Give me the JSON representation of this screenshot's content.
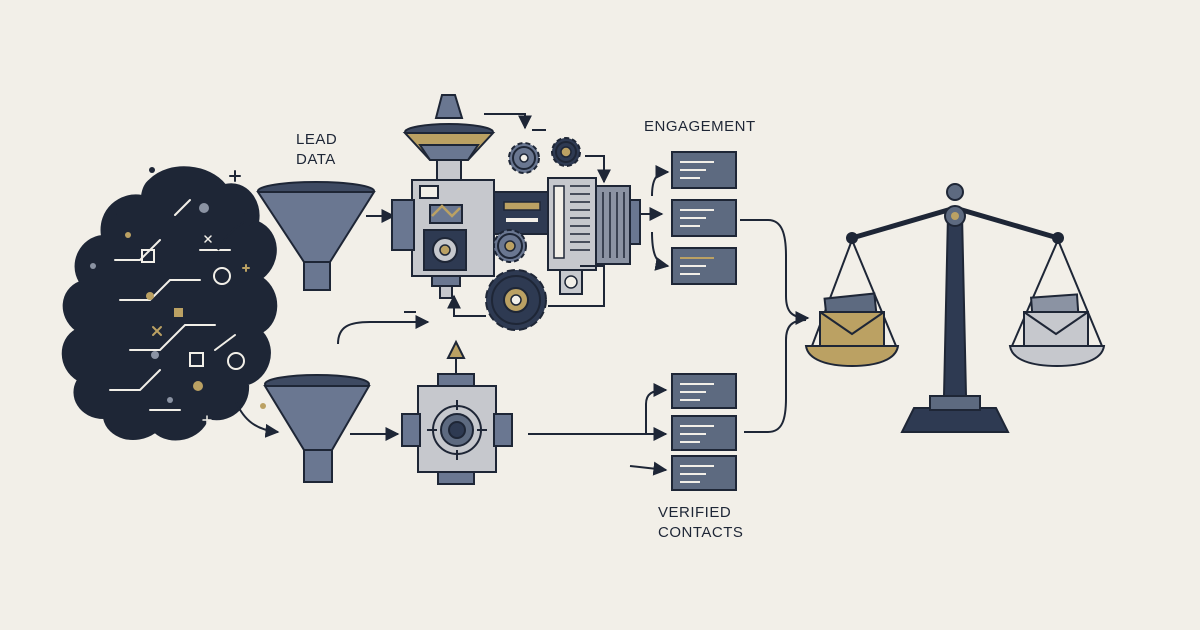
{
  "labels": {
    "lead_line1": "LEAD",
    "lead_line2": "DATA",
    "engagement": "ENGAGEMENT",
    "verified_line1": "VERIFIED",
    "verified_line2": "CONTACTS"
  },
  "colors": {
    "background": "#f2efe8",
    "navy": "#1e2636",
    "slate": "#5d6a80",
    "slate_dark": "#45506a",
    "gold": "#bba163",
    "light_gray": "#c6c8cd"
  }
}
